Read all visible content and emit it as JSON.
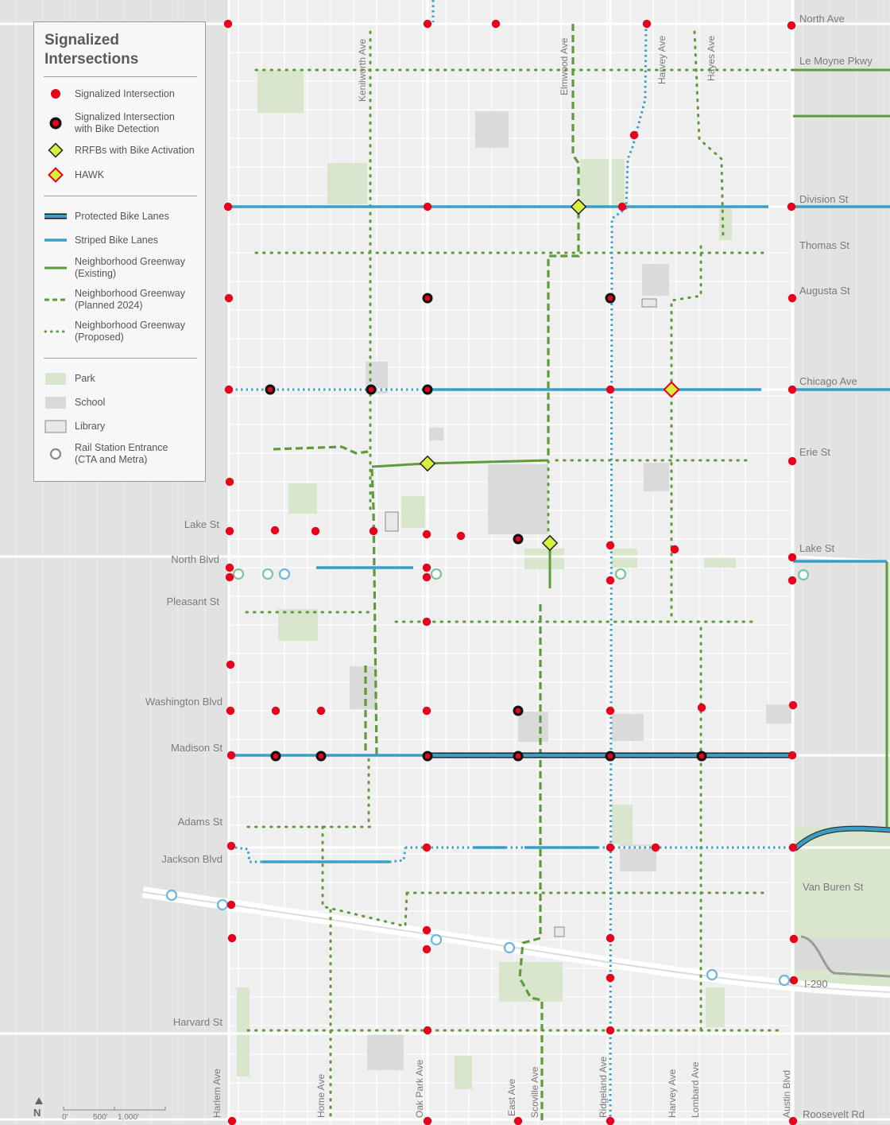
{
  "legend": {
    "title_line1": "Signalized",
    "title_line2": "Intersections",
    "items": [
      {
        "symbol": "red-dot",
        "label": [
          "Signalized Intersection"
        ]
      },
      {
        "symbol": "black-ring-dot",
        "label": [
          "Signalized Intersection",
          "with Bike Detection"
        ]
      },
      {
        "symbol": "yellow-diamond",
        "label": [
          "RRFBs with Bike Activation"
        ]
      },
      {
        "symbol": "hawk-diamond",
        "label": [
          "HAWK"
        ]
      },
      {
        "symbol": "protected-lane",
        "label": [
          "Protected Bike Lanes"
        ]
      },
      {
        "symbol": "striped-lane",
        "label": [
          "Striped Bike Lanes"
        ]
      },
      {
        "symbol": "greenway-existing",
        "label": [
          "Neighborhood Greenway",
          "(Existing)"
        ]
      },
      {
        "symbol": "greenway-planned",
        "label": [
          "Neighborhood Greenway",
          "(Planned 2024)"
        ]
      },
      {
        "symbol": "greenway-proposed",
        "label": [
          "Neighborhood Greenway",
          "(Proposed)"
        ]
      },
      {
        "symbol": "park-swatch",
        "label": [
          "Park"
        ]
      },
      {
        "symbol": "school-swatch",
        "label": [
          "School"
        ]
      },
      {
        "symbol": "library-swatch",
        "label": [
          "Library"
        ]
      },
      {
        "symbol": "station-ring",
        "label": [
          "Rail Station Entrance",
          "(CTA and Metra)"
        ]
      }
    ]
  },
  "streets": {
    "east_west": [
      "North Ave",
      "Le Moyne Pkwy",
      "Division St",
      "Thomas St",
      "Augusta St",
      "Chicago Ave",
      "Erie St",
      "Lake St",
      "Van Buren St",
      "I-290",
      "Roosevelt Rd"
    ],
    "west_side": [
      "Lake St",
      "North Blvd",
      "Pleasant St",
      "Washington Blvd",
      "Madison St",
      "Adams St",
      "Jackson Blvd",
      "Harvard St"
    ],
    "north_south_top": [
      "Kenilworth Ave",
      "Elmwood Ave",
      "Harvey Ave",
      "Hayes Ave"
    ],
    "north_south_bottom": [
      "Harlem Ave",
      "Home Ave",
      "Oak Park Ave",
      "East Ave",
      "Scoville Ave",
      "Ridgeland Ave",
      "Harvey Ave",
      "Lombard Ave",
      "Austin Blvd"
    ]
  },
  "scale_bar": {
    "north_label": "N",
    "ticks": [
      "0'",
      "500'",
      "1,000'"
    ]
  },
  "colors": {
    "signal_red": "#e8001c",
    "bike_blue": "#3a9fc6",
    "greenway_green": "#5f9a3c",
    "rrfb_yellow": "#d8ef3c",
    "park_green": "#d7e6cd",
    "school_gray": "#d9d9d9",
    "station_ring_green": "#7cc49a",
    "station_ring_blue": "#6bb6e0"
  }
}
